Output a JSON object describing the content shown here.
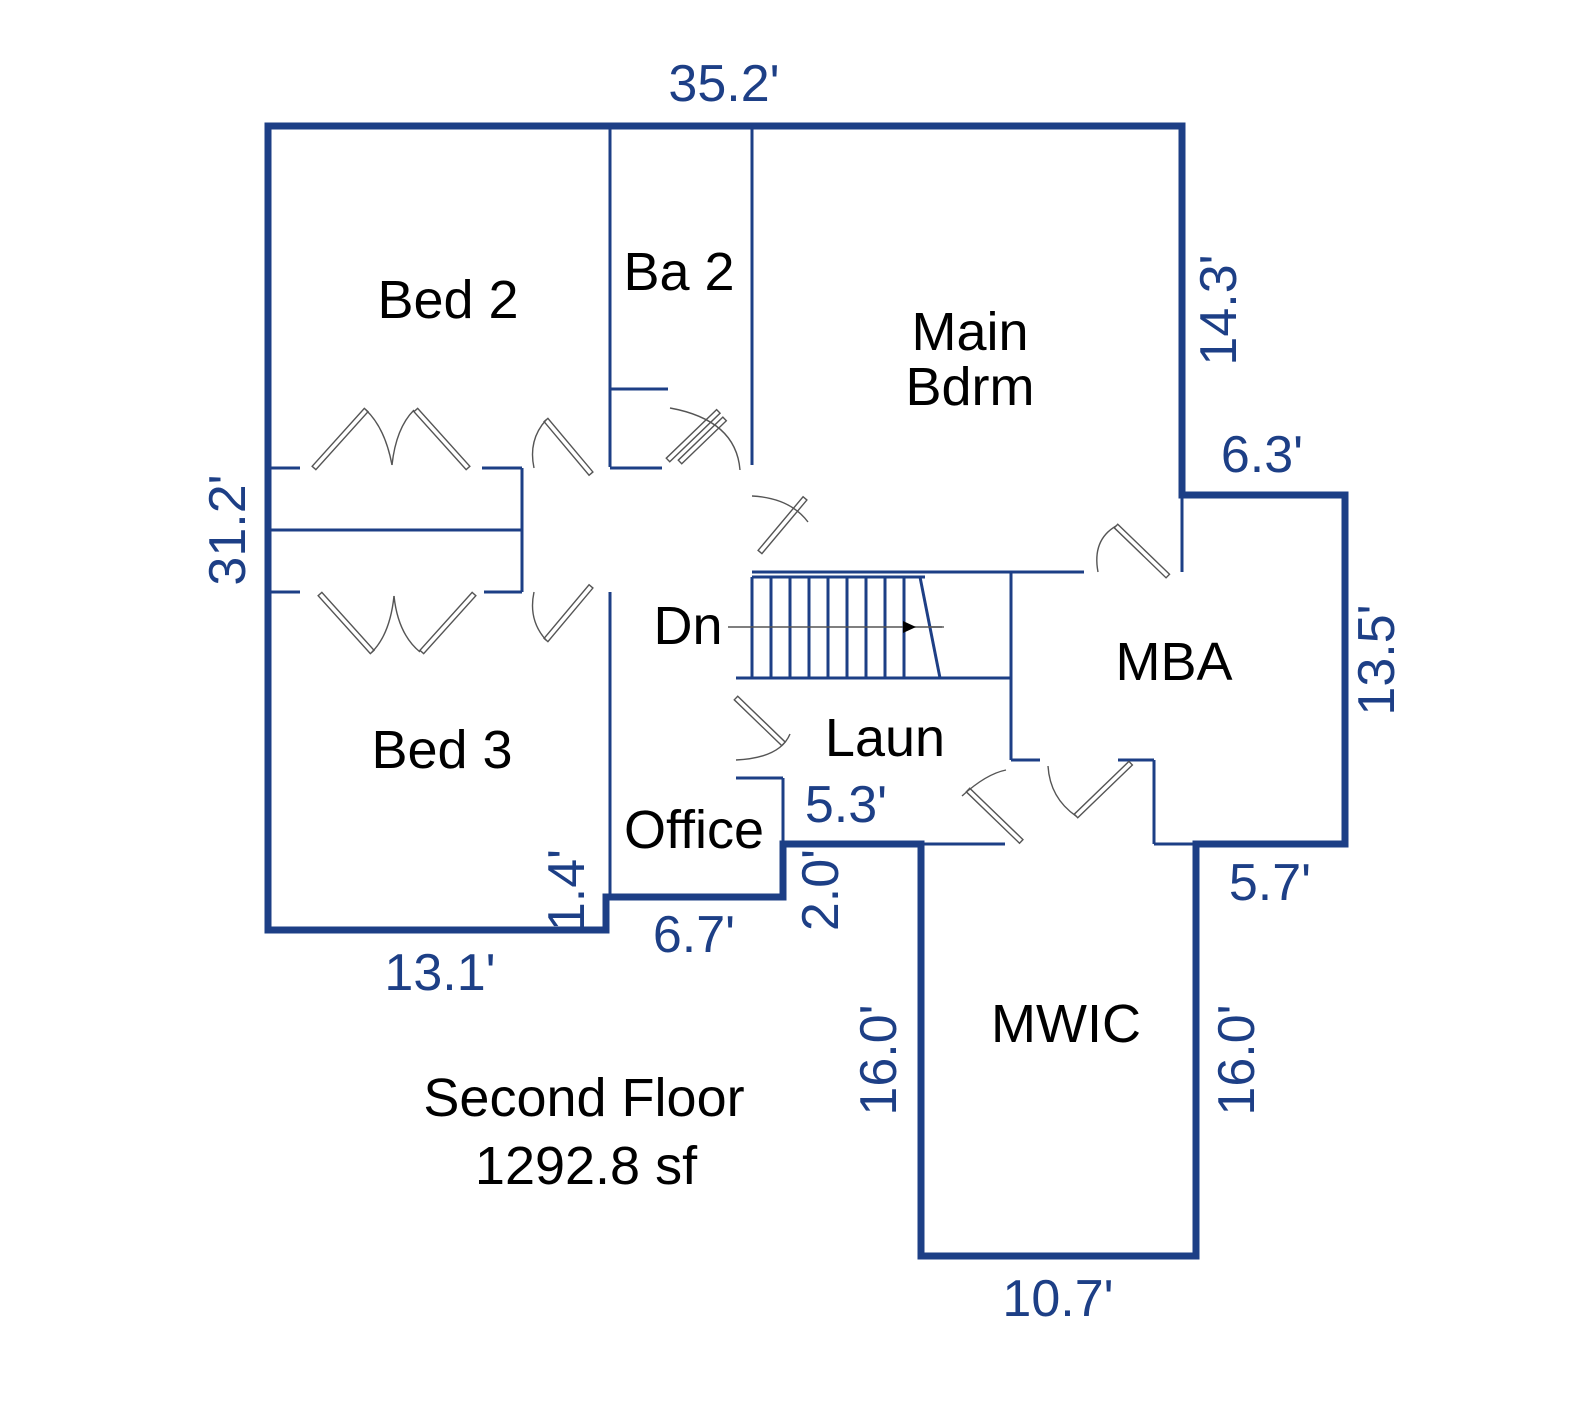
{
  "colors": {
    "wall": "#1d3f86",
    "dimension_text": "#1d3f86",
    "label_text": "#000000",
    "door": "#555555"
  },
  "rooms": {
    "bed2": "Bed 2",
    "ba2": "Ba 2",
    "main_bdrm_line1": "Main",
    "main_bdrm_line2": "Bdrm",
    "bed3": "Bed 3",
    "office": "Office",
    "laun": "Laun",
    "mba": "MBA",
    "mwic": "MWIC",
    "stairs": "Dn"
  },
  "dimensions": {
    "top": "35.2'",
    "left": "31.2'",
    "main_right": "14.3'",
    "mba_top": "6.3'",
    "mba_right": "13.5'",
    "mba_bottom": "5.7'",
    "laun_bottom": "5.3'",
    "office_step": "2.0'",
    "office_bottom": "6.7'",
    "bed3_step": "1.4'",
    "bed3_bottom": "13.1'",
    "mwic_left": "16.0'",
    "mwic_right": "16.0'",
    "mwic_bottom": "10.7'"
  },
  "caption": {
    "title": "Second Floor",
    "area": "1292.8 sf"
  }
}
